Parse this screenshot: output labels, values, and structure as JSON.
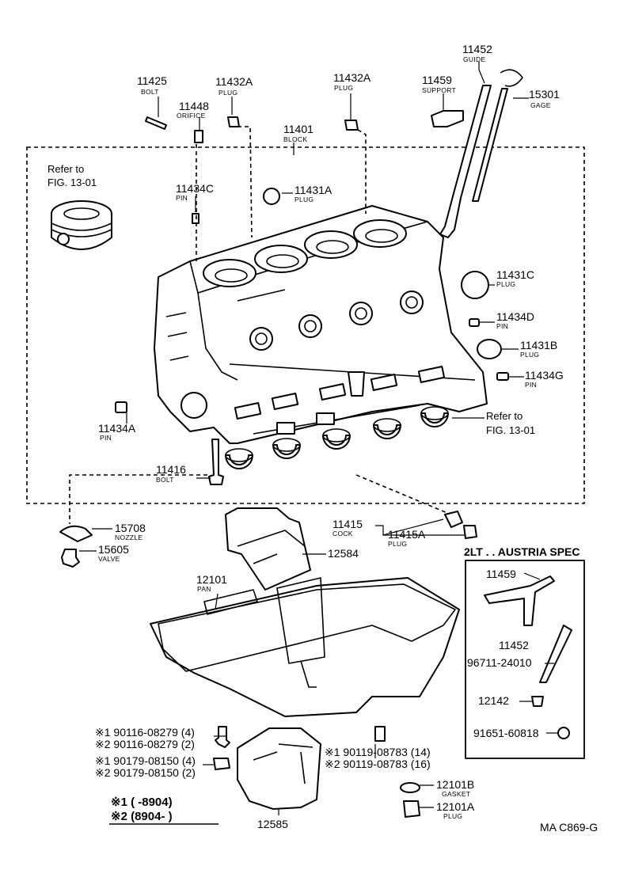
{
  "diagram_code": "MA C869-G",
  "labels": {
    "p11425": {
      "num": "11425",
      "name": "BOLT"
    },
    "p11448": {
      "num": "11448",
      "name": "ORIFICE"
    },
    "p11432a_1": {
      "num": "11432A",
      "name": "PLUG"
    },
    "p11432a_2": {
      "num": "11432A",
      "name": "PLUG"
    },
    "p11459": {
      "num": "11459",
      "name": "SUPPORT"
    },
    "p11452": {
      "num": "11452",
      "name": "GUIDE"
    },
    "p15301": {
      "num": "15301",
      "name": "GAGE"
    },
    "p11401": {
      "num": "11401",
      "name": "BLOCK"
    },
    "p11434c": {
      "num": "11434C",
      "name": "PIN"
    },
    "p11431a": {
      "num": "11431A",
      "name": "PLUG"
    },
    "p11431c": {
      "num": "11431C",
      "name": "PLUG"
    },
    "p11434d": {
      "num": "11434D",
      "name": "PIN"
    },
    "p11431b": {
      "num": "11431B",
      "name": "PLUG"
    },
    "p11434g": {
      "num": "11434G",
      "name": "PIN"
    },
    "p11434a": {
      "num": "11434A",
      "name": "PIN"
    },
    "p11416": {
      "num": "11416",
      "name": "BOLT"
    },
    "p15708": {
      "num": "15708",
      "name": "NOZZLE"
    },
    "p15605": {
      "num": "15605",
      "name": "VALVE"
    },
    "p11415": {
      "num": "11415",
      "name": "COCK"
    },
    "p11415a": {
      "num": "11415A",
      "name": "PLUG"
    },
    "p12584": {
      "num": "12584"
    },
    "p12101": {
      "num": "12101",
      "name": "PAN"
    },
    "p12585": {
      "num": "12585"
    },
    "p12101b": {
      "num": "12101B",
      "name": "GASKET"
    },
    "p12101a": {
      "num": "12101A",
      "name": "PLUG"
    }
  },
  "refer_to": [
    {
      "line1": "Refer to",
      "line2": "FIG. 13-01"
    },
    {
      "line1": "Refer to",
      "line2": "FIG. 13-01"
    }
  ],
  "austria_box": {
    "title": "2LT . . AUSTRIA SPEC",
    "items": [
      "11459",
      "11452",
      "96711-24010",
      "12142",
      "91651-60818"
    ]
  },
  "footnote_parts": [
    "※1 90116-08279 (4)",
    "※2 90116-08279 (2)",
    "※1  90179-08150 (4)",
    "※2  90179-08150 (2)",
    "※1 90119-08783 (14)",
    "※2 90119-08783 (16)"
  ],
  "legend": [
    "※1 (        -8904)",
    "※2 (8904-        )"
  ]
}
